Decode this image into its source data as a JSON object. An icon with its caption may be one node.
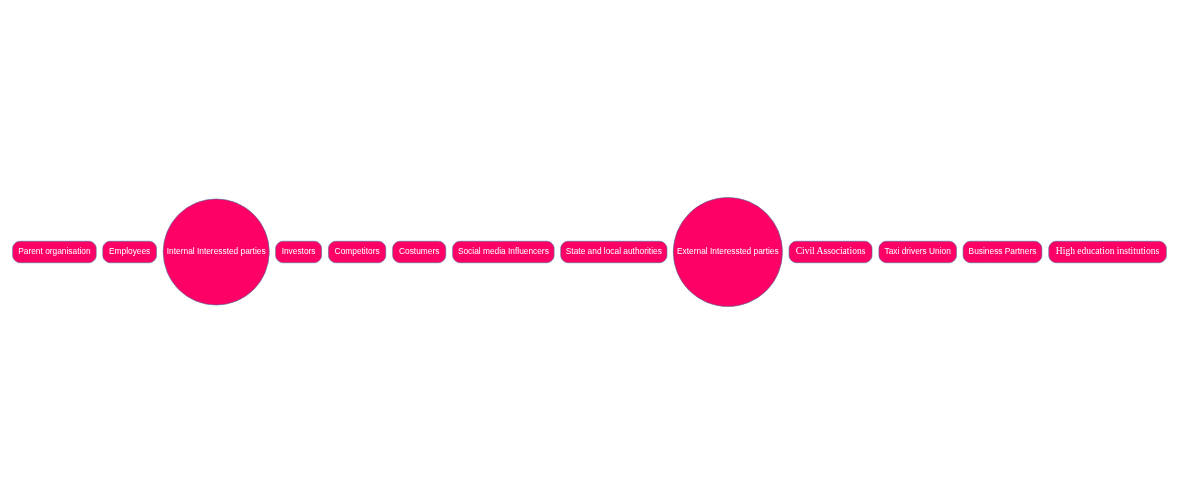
{
  "diagram": {
    "nodes": [
      {
        "text": [
          "Parent organisation"
        ]
      },
      {
        "text": [
          "Employees"
        ]
      },
      {
        "text": [
          "Internal Interessted parties"
        ]
      },
      {
        "text": [
          "Investors"
        ]
      },
      {
        "text": [
          "Competitors"
        ]
      },
      {
        "text": [
          "Costumers"
        ]
      },
      {
        "text": [
          "Social media Influencers"
        ]
      },
      {
        "text": [
          "State and local authorities"
        ]
      },
      {
        "text": [
          "External Interessted parties"
        ]
      },
      {
        "text": [
          "Civil Associations"
        ]
      },
      {
        "text": [
          "Taxi drivers Union"
        ]
      },
      {
        "text": [
          "Business Partners"
        ]
      },
      {
        "text": [
          "High education institutions"
        ]
      }
    ]
  }
}
